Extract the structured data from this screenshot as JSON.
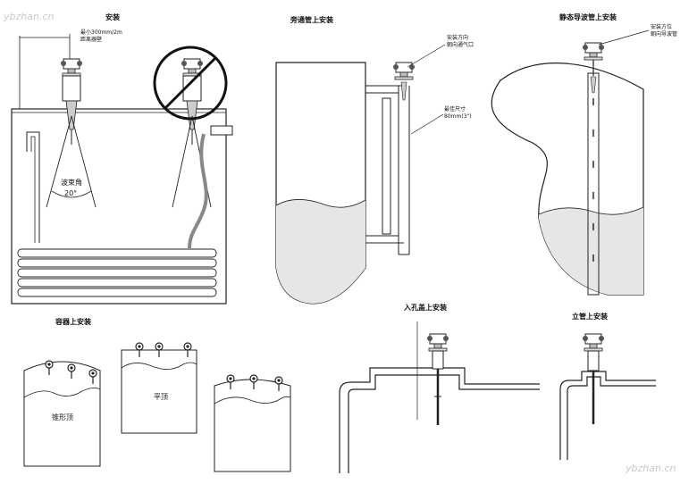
{
  "labels": {
    "install": "安装",
    "min_dist": "最小300mm/2m",
    "min_dist2": "距离器壁",
    "beam_angle": "波束角",
    "angle_value": "20°",
    "container_install": "容器上安装",
    "bypass_install": "旁通管上安装",
    "bypass_note1": "安装方向",
    "bypass_note2": "朝向通气口",
    "optimal_size1": "最佳尺寸",
    "optimal_size2": "80mm(3\")",
    "stilling_install": "静态导波管上安装",
    "stilling_note1": "安装方位",
    "stilling_note2": "朝向导波管",
    "manhole_install": "入孔盖上安装",
    "standpipe_install": "立管上安装",
    "dome_top": "锥形顶",
    "flat_top": "平顶",
    "watermark_left": "ybzhan.cn",
    "watermark_right": "ybzhan.cn"
  },
  "colors": {
    "liquid": "#e6e6e6",
    "line": "#222222",
    "device": "#555555"
  }
}
